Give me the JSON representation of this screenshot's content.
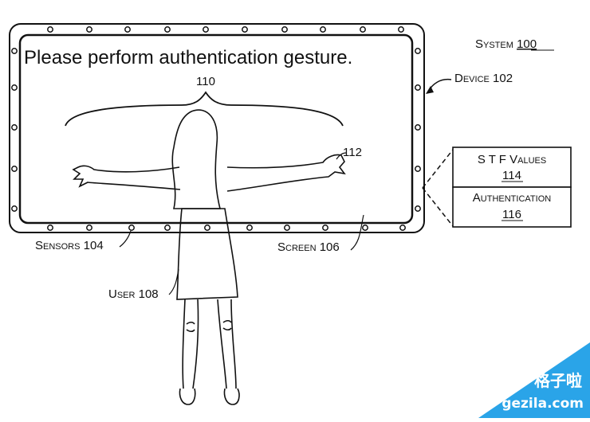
{
  "screen_message": "Please perform authentication gesture.",
  "labels": {
    "system": "System",
    "system_num": "100",
    "device": "Device",
    "device_num": "102",
    "sensors": "Sensors",
    "sensors_num": "104",
    "screen": "Screen",
    "screen_num": "106",
    "user": "User",
    "user_num": "108",
    "gesture_num": "110",
    "hand_num": "112"
  },
  "panel": {
    "stf_label": "S T F Values",
    "stf_num": "114",
    "auth_label": "Authentication",
    "auth_num": "116"
  },
  "watermark": {
    "cn": "格子啦",
    "en": "gezila.com",
    "color": "#2aa4e8"
  }
}
